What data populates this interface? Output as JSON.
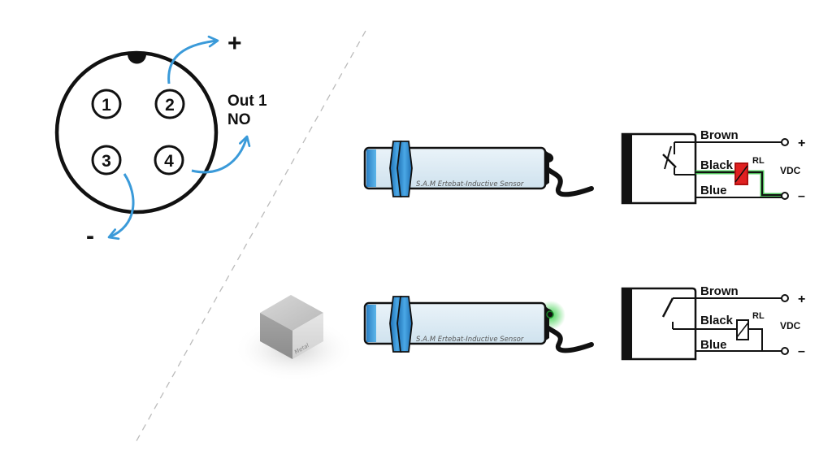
{
  "connector": {
    "pins": [
      "1",
      "2",
      "3",
      "4"
    ],
    "plus_label": "+",
    "minus_label": "-",
    "output_label_line1": "Out 1",
    "output_label_line2": "NO",
    "arrow_color": "#3a9ad9"
  },
  "sensors": [
    {
      "state": "inactive",
      "body_text": "S.A.M Ertebat-Inductive Sensor",
      "led_on": false
    },
    {
      "state": "active",
      "body_text": "S.A.M Ertebat-Inductive Sensor",
      "led_on": true,
      "led_color": "#2ecc40"
    }
  ],
  "target": {
    "label": "Metal"
  },
  "circuits": [
    {
      "wire_brown": "Brown",
      "wire_black": "Black",
      "wire_blue": "Blue",
      "load_label": "RL",
      "supply_label": "VDC",
      "plus": "+",
      "minus": "–",
      "load_energized": true,
      "load_color": "#e02020",
      "current_path_color": "#2ecc40"
    },
    {
      "wire_brown": "Brown",
      "wire_black": "Black",
      "wire_blue": "Blue",
      "load_label": "RL",
      "supply_label": "VDC",
      "plus": "+",
      "minus": "–",
      "load_energized": false
    }
  ],
  "colors": {
    "sensor_blue": "#2f8fd6",
    "sensor_body": "#dcebf5",
    "divider": "#bbbbbb"
  }
}
